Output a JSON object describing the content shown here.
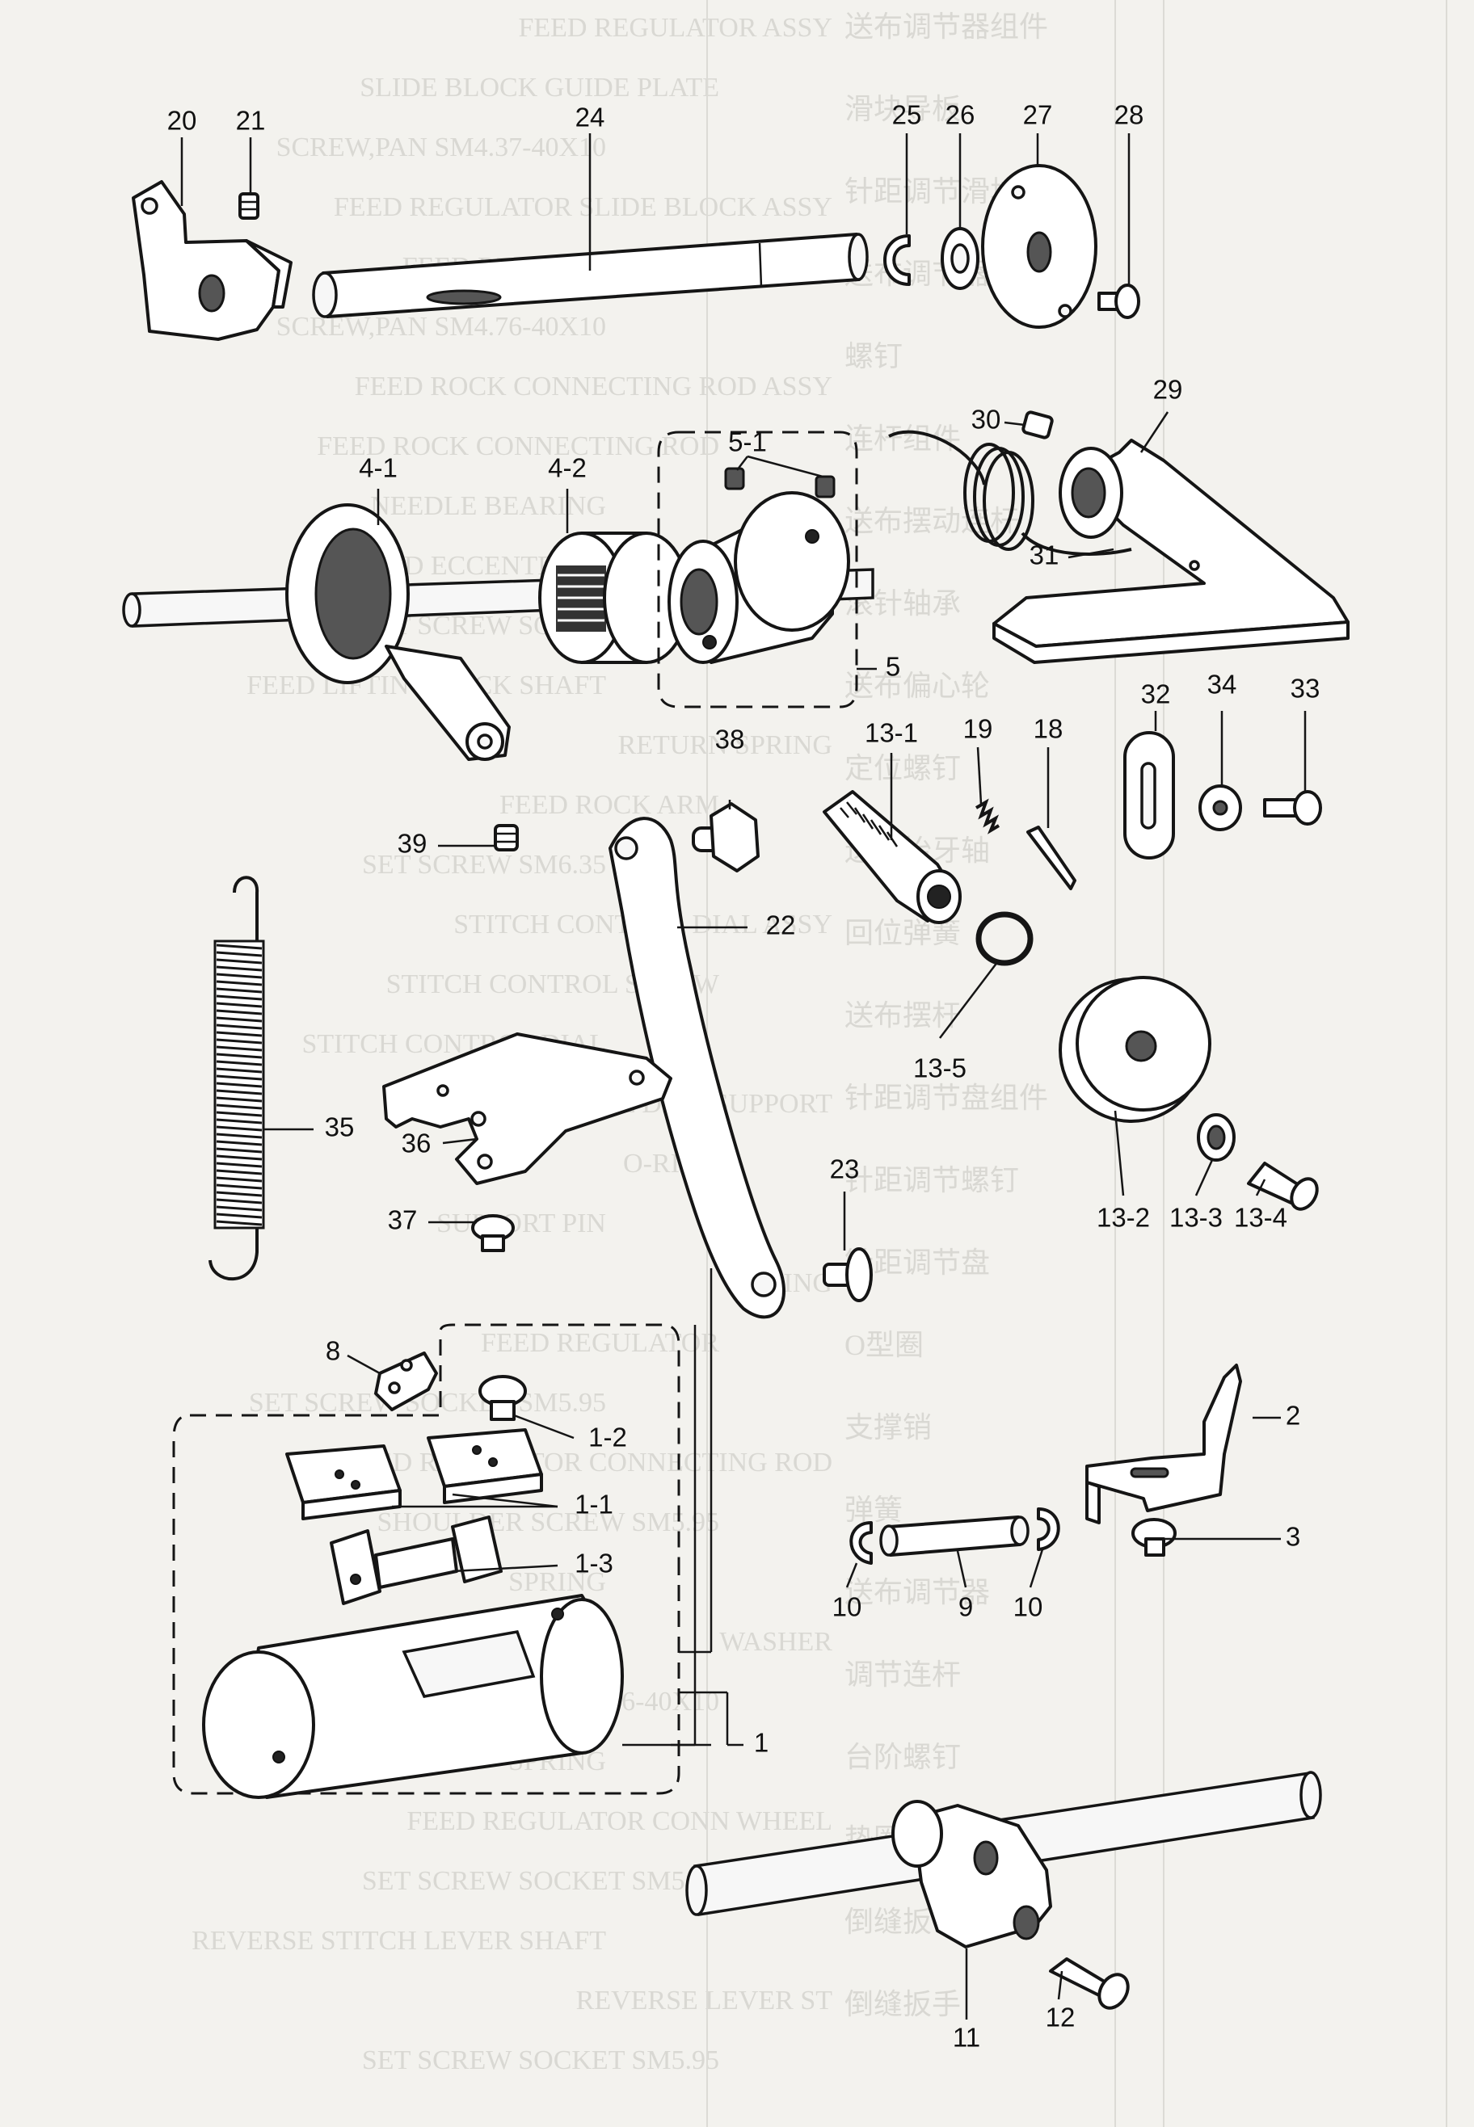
{
  "diagram": {
    "labels": [
      "20",
      "21",
      "24",
      "25",
      "26",
      "27",
      "28",
      "29",
      "30",
      "31",
      "4-1",
      "4-2",
      "5-1",
      "5",
      "32",
      "34",
      "33",
      "38",
      "13-1",
      "19",
      "18",
      "39",
      "22",
      "13-5",
      "35",
      "36",
      "13-2",
      "13-3",
      "13-4",
      "23",
      "37",
      "8",
      "1-2",
      "1-1",
      "1-3",
      "2",
      "3",
      "10",
      "9",
      "1",
      "11",
      "12"
    ],
    "background_text": [
      "FEED REGULATOR ASSY",
      "SLIDE BLOCK GUIDE PLATE",
      "SCREW,PAN SM4.37-40X10",
      "FEED REGULATOR SLIDE BLOCK ASSY",
      "FEED REGULATOR STUD",
      "SCREW,PAN SM4.76-40X10",
      "FEED ROCK CONNECTING ROD ASSY",
      "FEED ROCK CONNECTING ROD",
      "NEEDLE BEARING",
      "FEED ECCENTRIC CAM WITH SCREW",
      "SET SCREW SOCKET SM6.35",
      "FEED LIFTING ROCK SHAFT",
      "RETURN SPRING",
      "FEED ROCK ARM",
      "SET SCREW SM6.35",
      "STITCH CONTROL DIAL ASSY",
      "STITCH CONTROL SCREW",
      "STITCH CONTROL DIAL",
      "STITCH CONTROL DIAL SUPPORT",
      "O-RING",
      "SUPPORT PIN",
      "SPRING",
      "FEED REGULATOR",
      "SET SCREW SOCKET SM5.95",
      "FEED REGULATOR CONNECTING ROD",
      "SHOULDER SCREW SM5.95",
      "SPRING",
      "WASHER",
      "SCREW PAN SM4.76-40X10",
      "SPRING",
      "FEED REGULATOR CONN WHEEL",
      "SET SCREW SOCKET SM5.95",
      "REVERSE STITCH LEVER SHAFT",
      "REVERSE LEVER ST",
      "SET SCREW SOCKET SM5.95"
    ],
    "background_chinese": [
      "送布调节器组件",
      "滑块导板",
      "针距调节滑块组件",
      "送布调节器轴",
      "螺钉",
      "连杆组件",
      "送布摆动连杆",
      "滚针轴承",
      "送布偏心轮",
      "定位螺钉",
      "送布抬牙轴",
      "回位弹簧",
      "送布摆杆",
      "针距调节盘组件",
      "针距调节螺钉",
      "针距调节盘",
      "O型圈",
      "支撑销",
      "弹簧",
      "送布调节器",
      "调节连杆",
      "台阶螺钉",
      "垫圈",
      "倒缝扳手轴",
      "倒缝扳手"
    ]
  }
}
